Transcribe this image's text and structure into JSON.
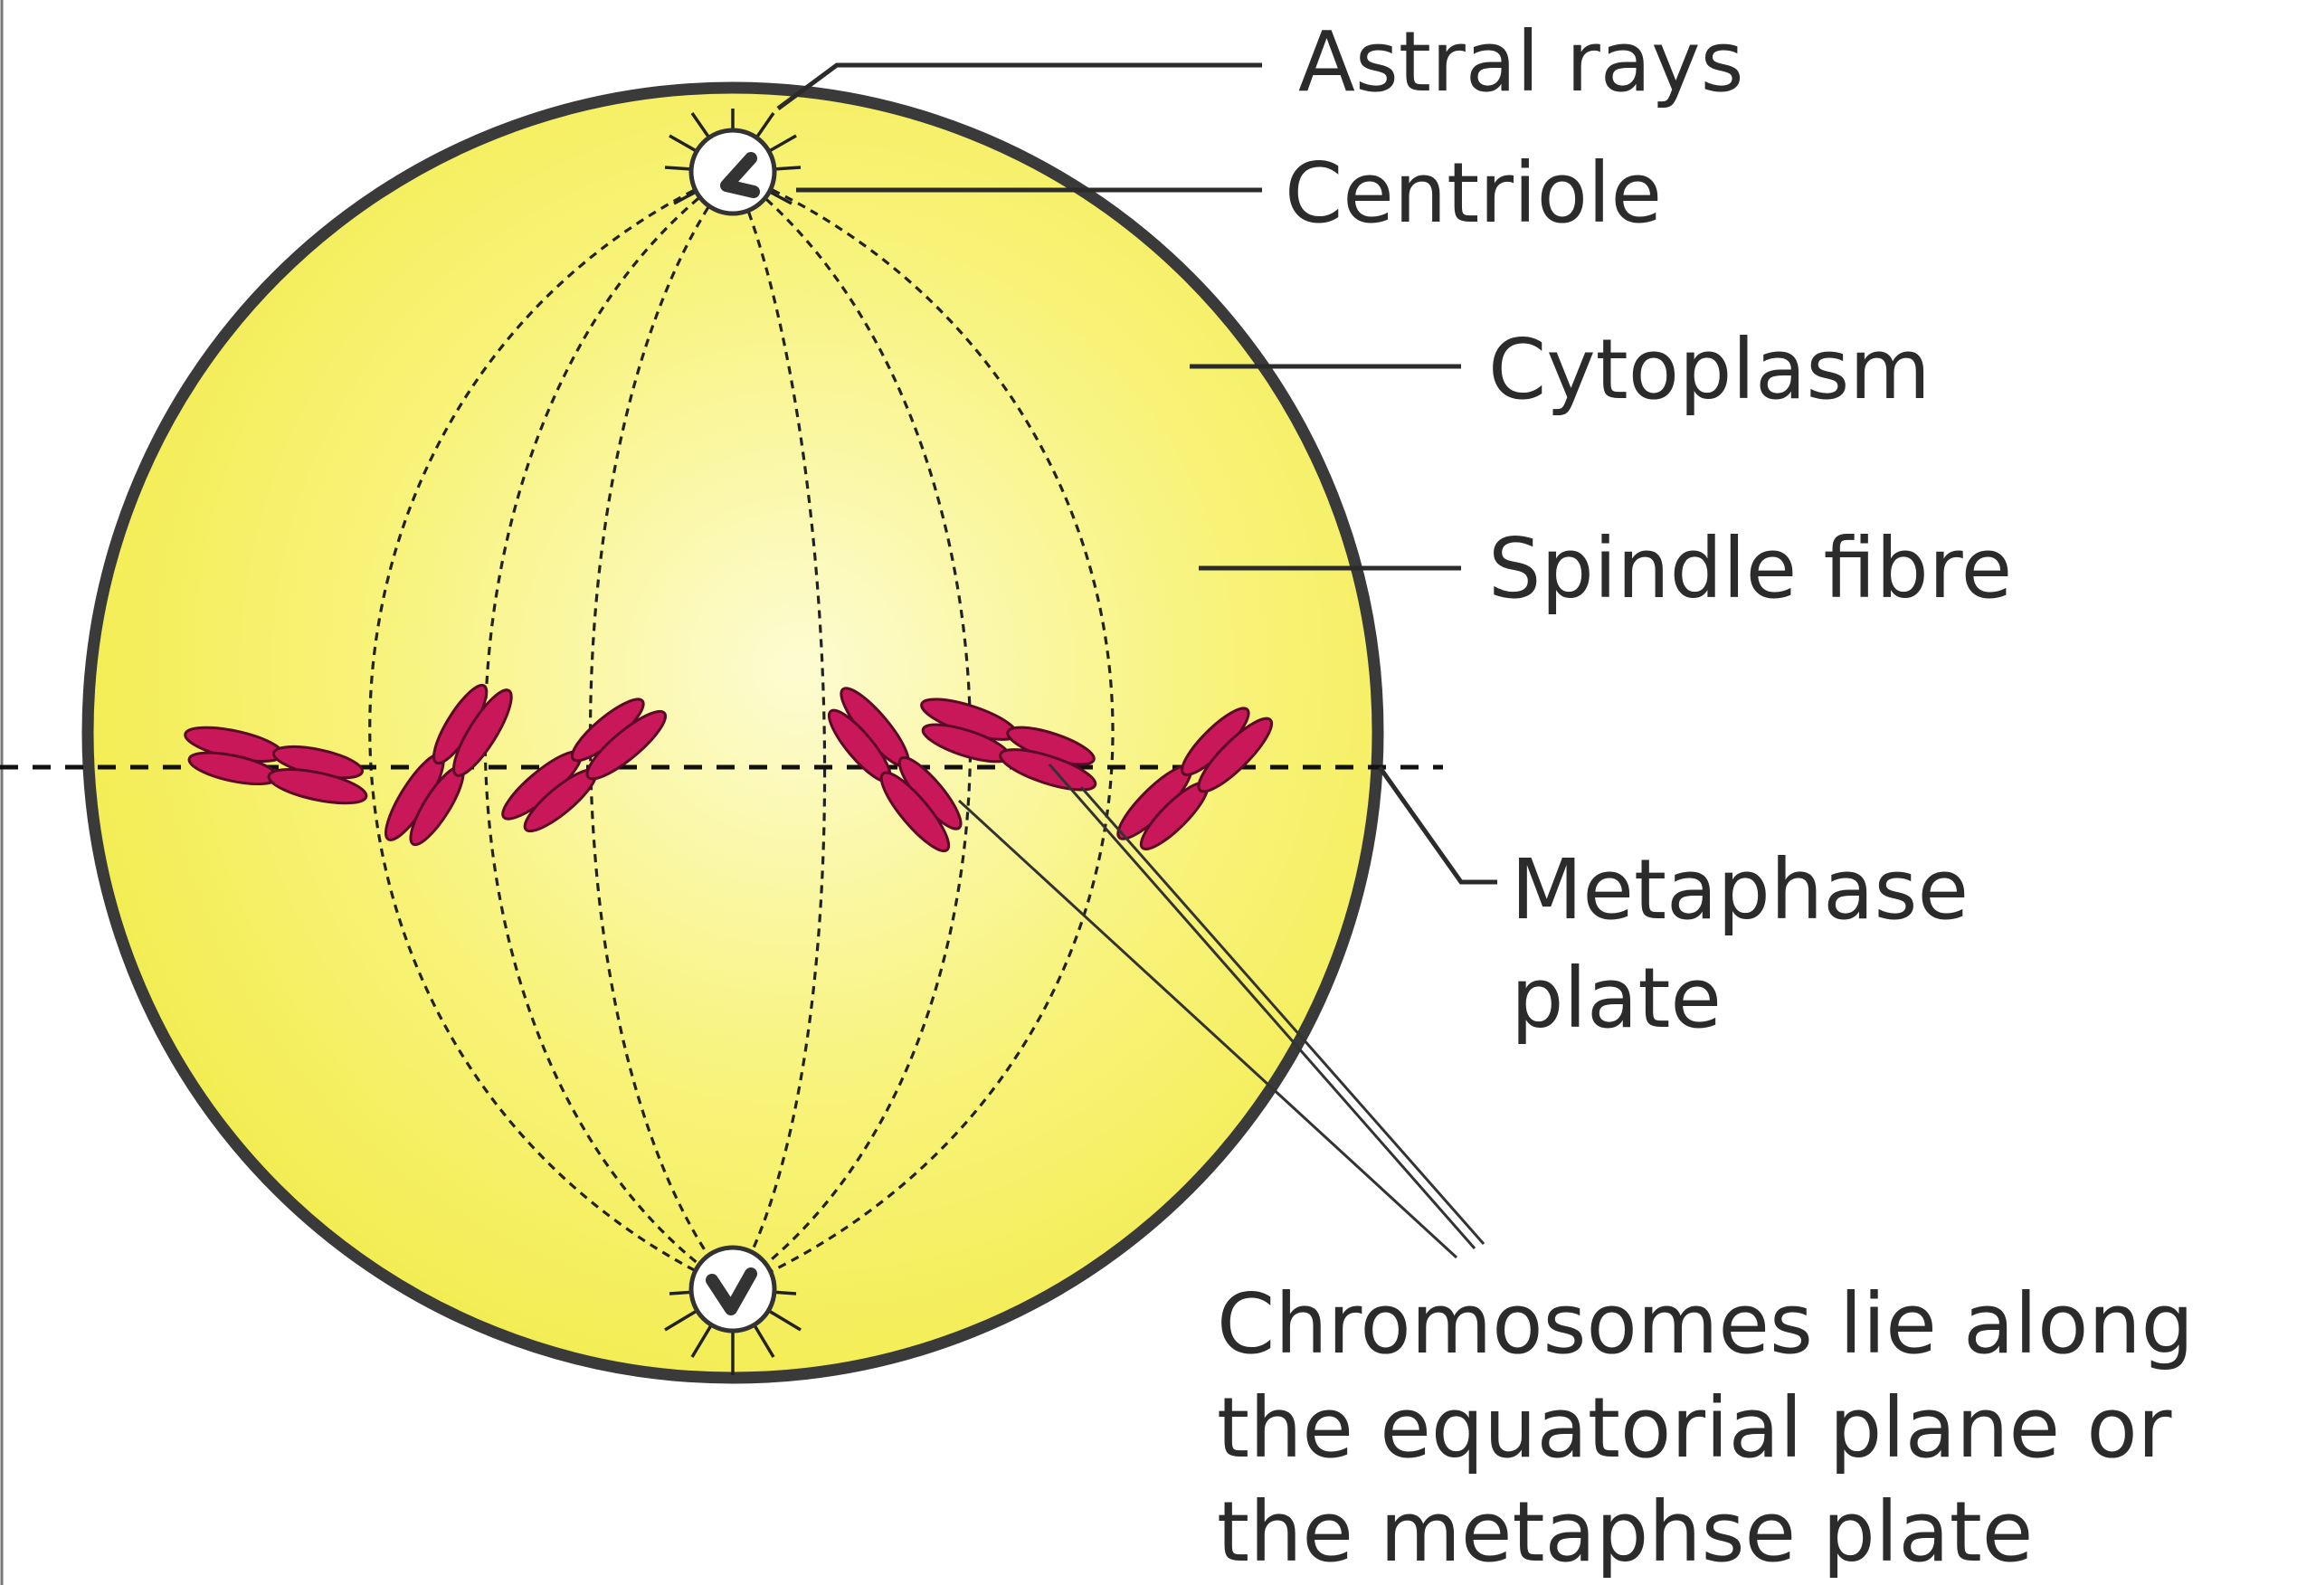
{
  "labels": {
    "astral_rays": "Astral rays",
    "centriole": "Centriole",
    "cytoplasm": "Cytoplasm",
    "spindle_fibre": "Spindle fibre",
    "metaphase_plate": [
      "Metaphase",
      "plate"
    ],
    "chromosomes": [
      "Chromosomes lie along",
      "the equatorial plane or",
      "the metaphse plate"
    ]
  },
  "colors": {
    "cytoplasm_fill": "#f5f060",
    "cytoplasm_center": "#fdfcd0",
    "cell_outline": "#3a3a3a",
    "chromosome": "#c8185a"
  }
}
